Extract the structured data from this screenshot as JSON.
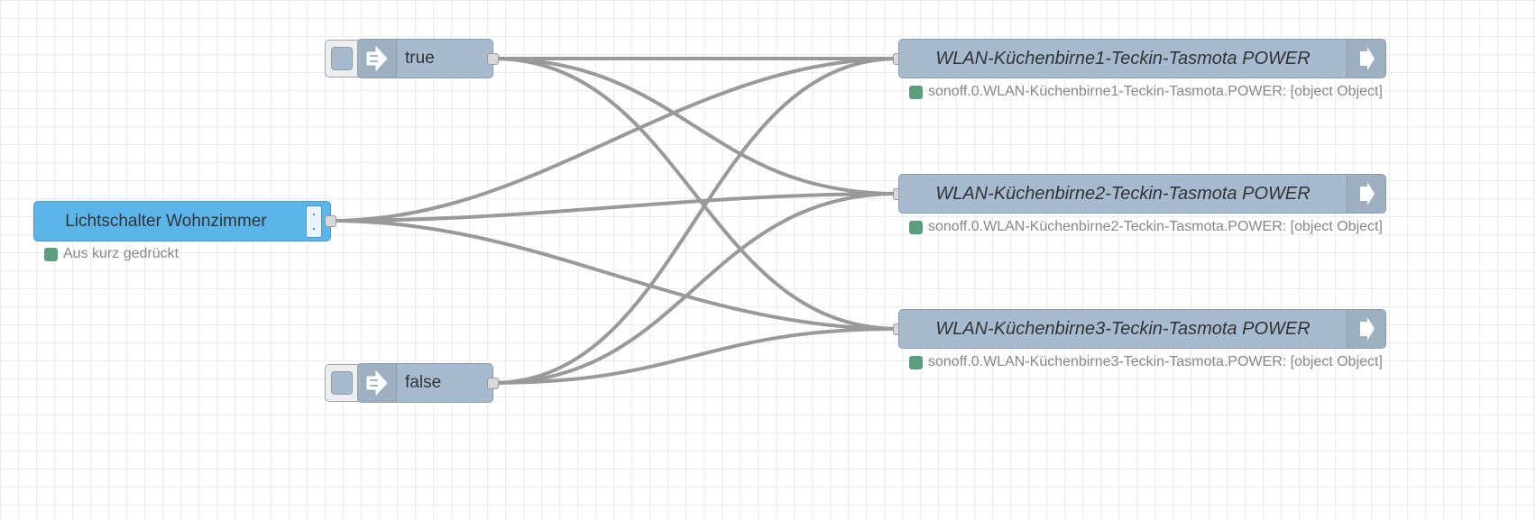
{
  "status_color": "#5a9e7e",
  "nodes": {
    "switch": {
      "label": "Lichtschalter Wohnzimmer",
      "status": "Aus kurz gedrückt",
      "icon": "switch-icon",
      "color": "#5bb5eb"
    },
    "inject_true": {
      "label": "true",
      "icon": "arrow-in-icon"
    },
    "inject_false": {
      "label": "false",
      "icon": "arrow-in-icon"
    },
    "outputs": [
      {
        "label": "WLAN-Küchenbirne1-Teckin-Tasmota POWER",
        "status": "sonoff.0.WLAN-Küchenbirne1-Teckin-Tasmota.POWER: [object Object]",
        "icon": "arrow-right-icon"
      },
      {
        "label": "WLAN-Küchenbirne2-Teckin-Tasmota POWER",
        "status": "sonoff.0.WLAN-Küchenbirne2-Teckin-Tasmota.POWER: [object Object]",
        "icon": "arrow-right-icon"
      },
      {
        "label": "WLAN-Küchenbirne3-Teckin-Tasmota POWER",
        "status": "sonoff.0.WLAN-Küchenbirne3-Teckin-Tasmota.POWER: [object Object]",
        "icon": "arrow-right-icon"
      }
    ]
  }
}
